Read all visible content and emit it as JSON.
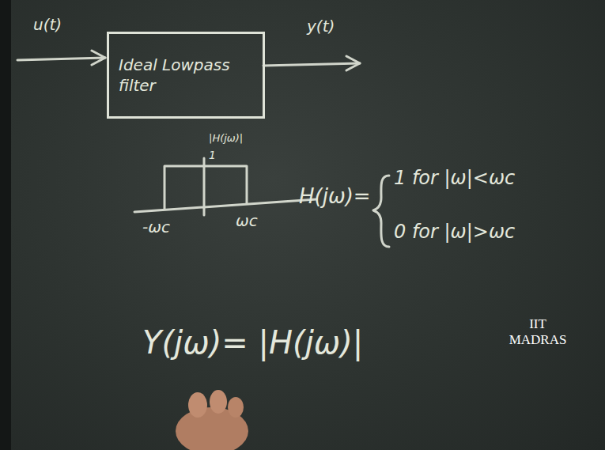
{
  "diagram": {
    "nodes": [
      {
        "text": [
          "Ideal Lowpass filter"
        ]
      }
    ],
    "labels": [
      "u(t)",
      "y(t)",
      "|H(jω)|",
      "1",
      "-ωc",
      "ωc",
      "H(jω)=",
      "1 for |ω|<ωc",
      "0 for |ω|>ωc",
      "Y(jω)= |H(jω)|",
      "IIT MADRAS"
    ]
  }
}
